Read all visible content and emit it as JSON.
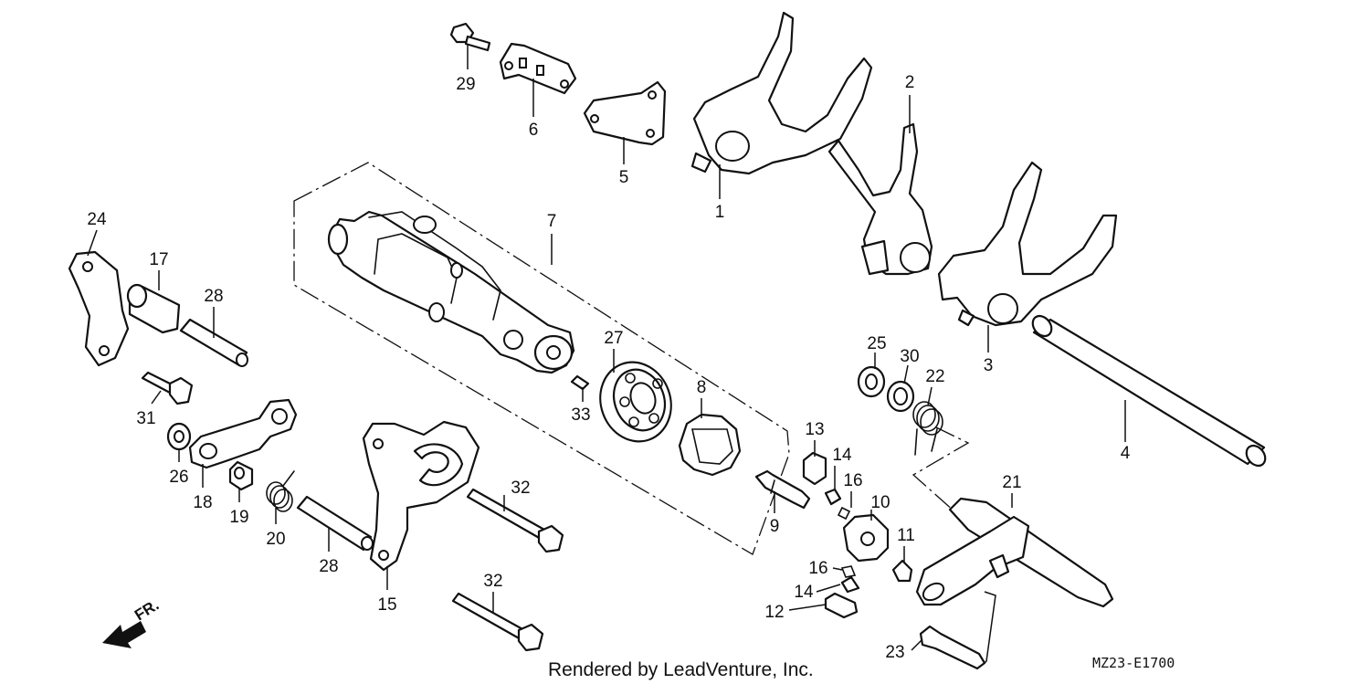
{
  "callouts": {
    "c1": "1",
    "c2": "2",
    "c3": "3",
    "c4": "4",
    "c5": "5",
    "c6": "6",
    "c7": "7",
    "c8": "8",
    "c9": "9",
    "c10": "10",
    "c11": "11",
    "c12": "12",
    "c13": "13",
    "c14a": "14",
    "c14b": "14",
    "c15": "15",
    "c16a": "16",
    "c16b": "16",
    "c17": "17",
    "c18": "18",
    "c19": "19",
    "c20": "20",
    "c21": "21",
    "c22": "22",
    "c23": "23",
    "c24": "24",
    "c25": "25",
    "c26": "26",
    "c27": "27",
    "c28a": "28",
    "c28b": "28",
    "c29": "29",
    "c30": "30",
    "c31": "31",
    "c32a": "32",
    "c32b": "32",
    "c33": "33"
  },
  "footer": {
    "credit": "Rendered by LeadVenture, Inc.",
    "code": "MZ23-E1700"
  },
  "direction": {
    "label": "FR."
  }
}
